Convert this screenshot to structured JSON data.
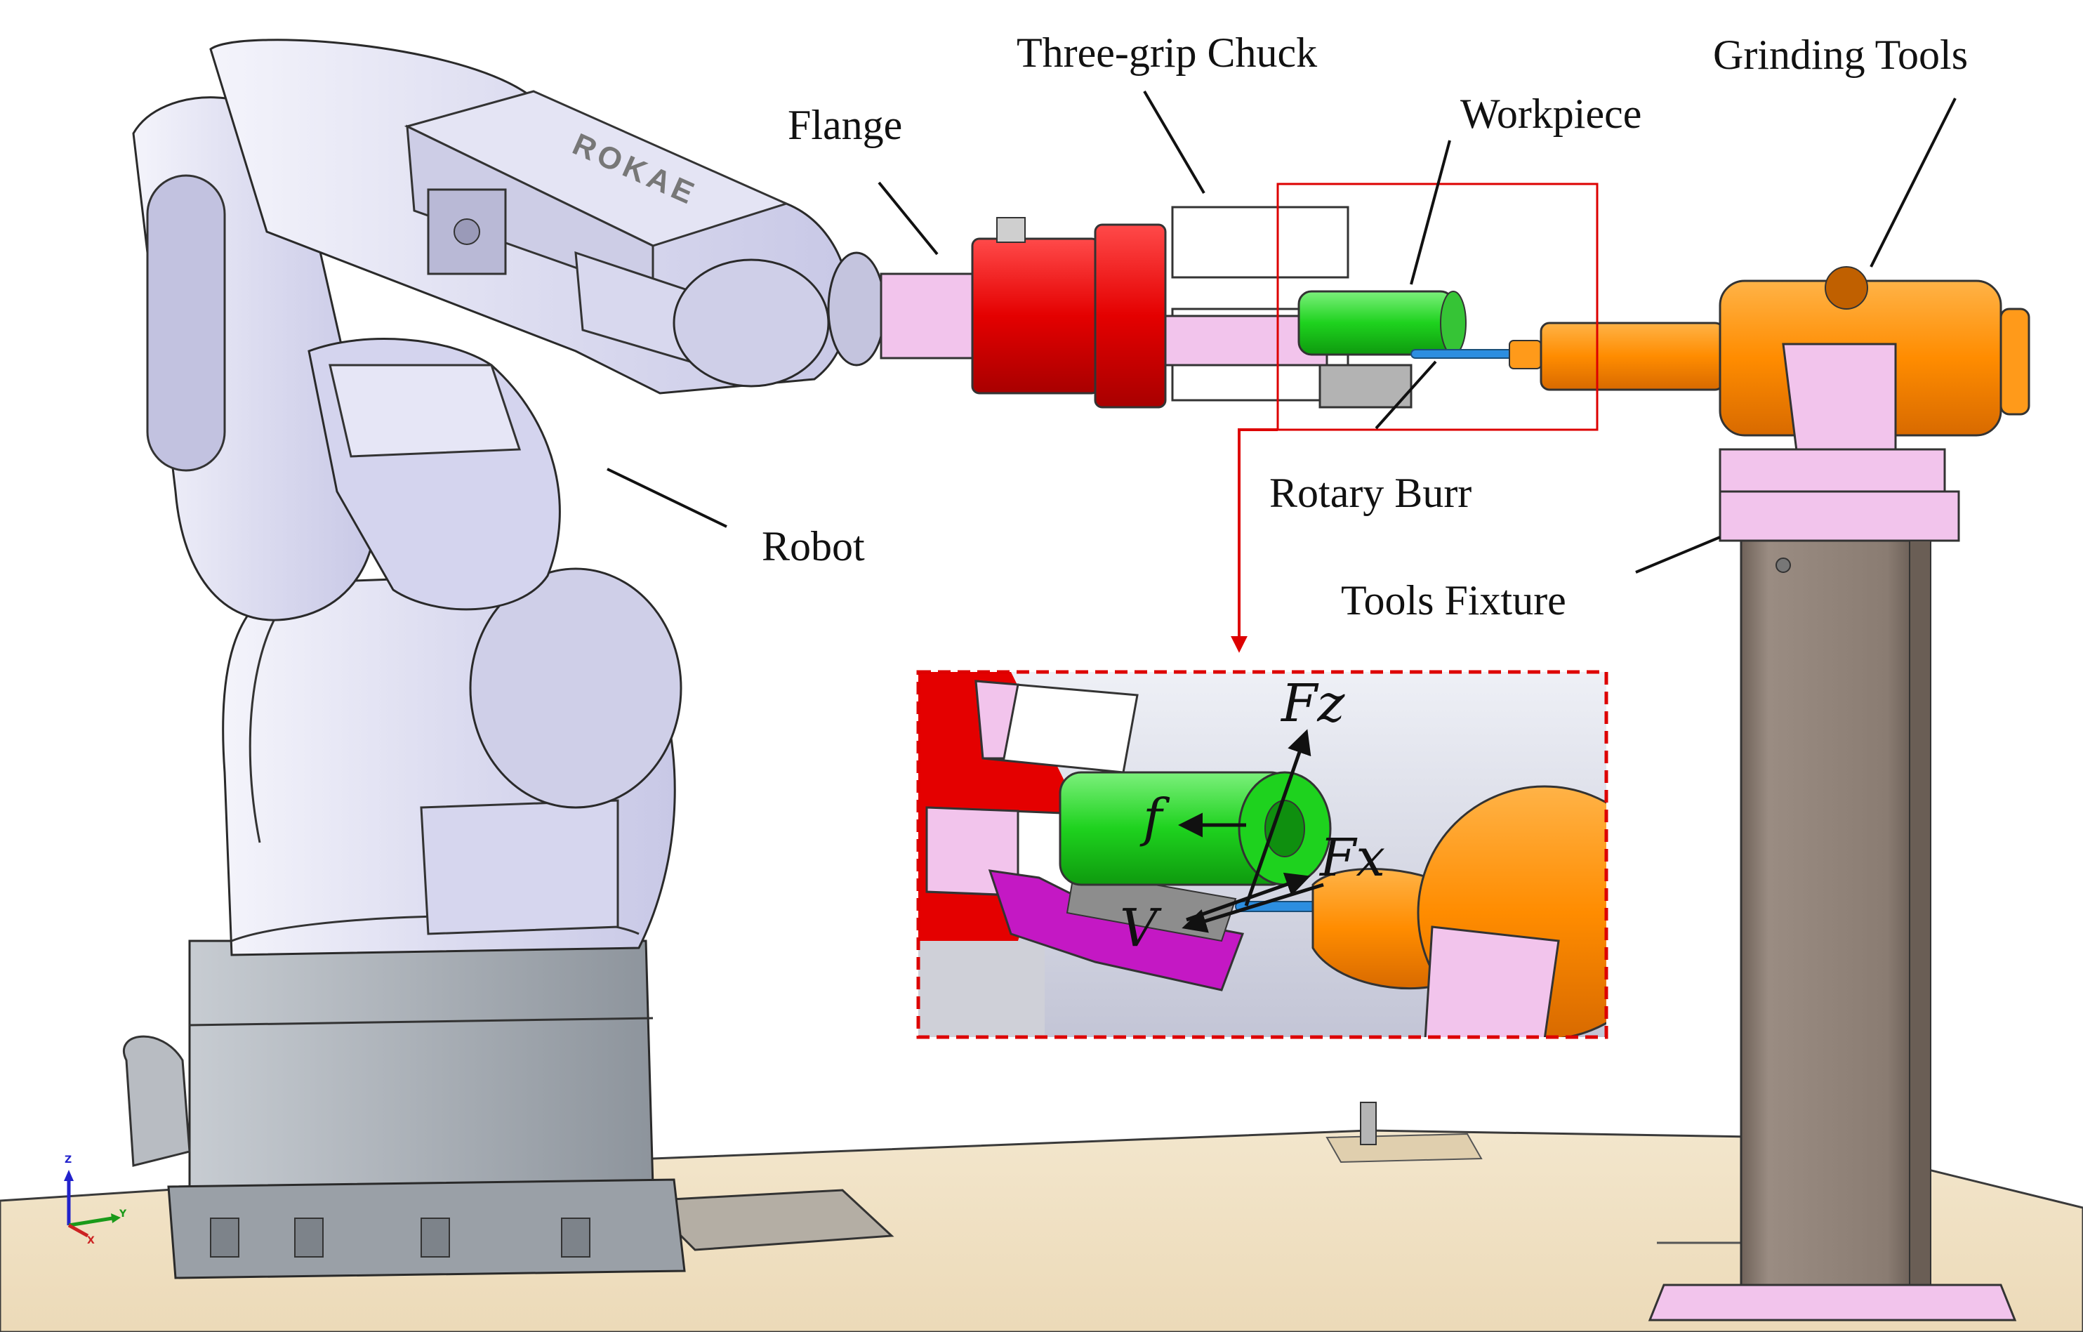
{
  "labels": {
    "three_grip_chuck": "Three-grip Chuck",
    "grinding_tools": "Grinding Tools",
    "flange": "Flange",
    "workpiece": "Workpiece",
    "rotary_burr": "Rotary Burr",
    "robot": "Robot",
    "tools_fixture": "Tools Fixture"
  },
  "robot_brand": "ROKAE",
  "forces": {
    "fz": "Fz",
    "fx": "Fx",
    "f": "f",
    "v": "V"
  },
  "axis_triad": {
    "z": "Z",
    "y": "Y",
    "x": "X"
  },
  "colors": {
    "robot_body": "#dcdcf0",
    "robot_base": "#b2b7bd",
    "chuck": "#e40000",
    "workpiece": "#1ed21e",
    "fixture_plate": "#f2c4ec",
    "grinder": "#ff8c00",
    "column": "#8f8278",
    "floor": "#f0e0c2",
    "detail_box": "#dd0000",
    "magenta_guide": "#c418c4"
  }
}
